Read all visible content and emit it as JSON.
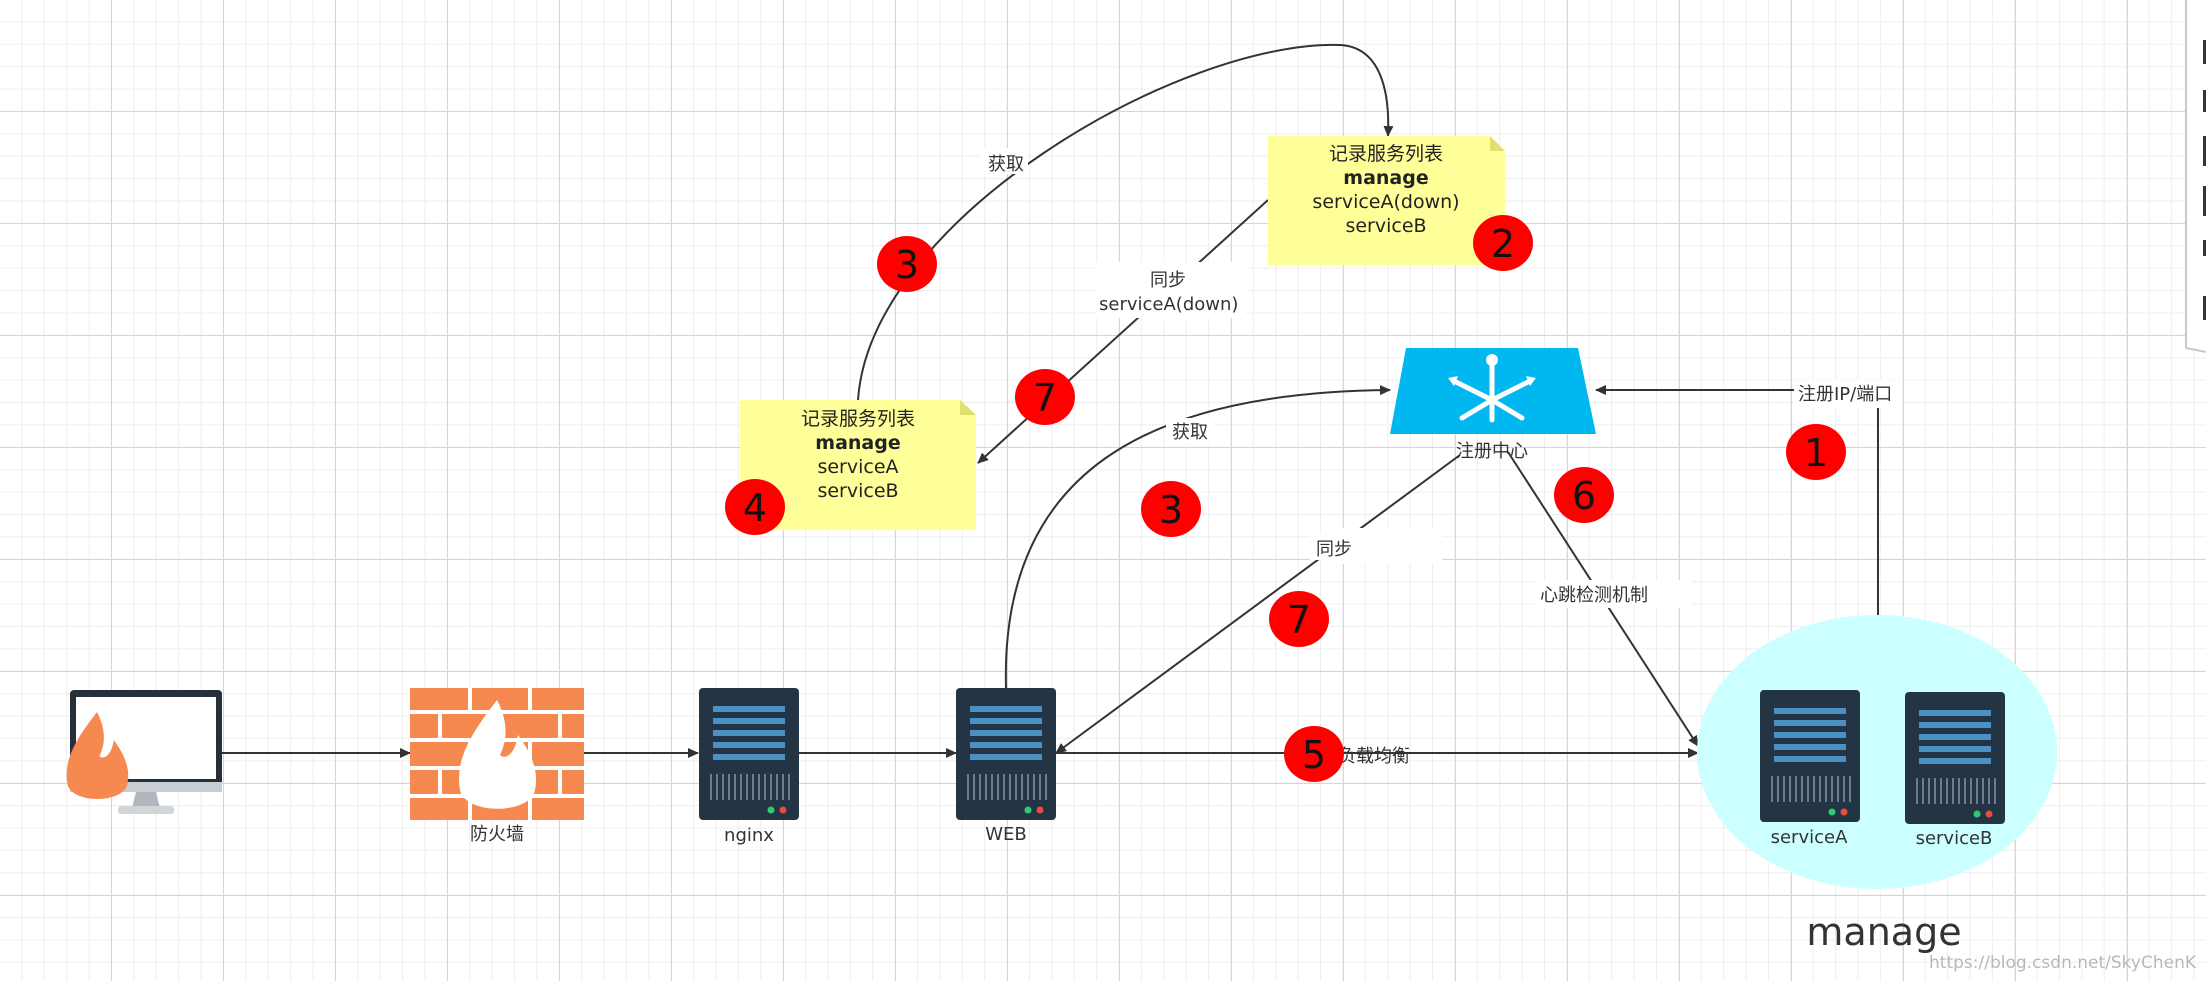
{
  "nodes": {
    "monitor": {
      "label": ""
    },
    "firewall": {
      "label": "防火墙"
    },
    "nginx": {
      "label": "nginx"
    },
    "web": {
      "label": "WEB"
    },
    "registry": {
      "label": "注册中心"
    },
    "service_a": {
      "label": "serviceA"
    },
    "service_b": {
      "label": "serviceB"
    },
    "cluster": {
      "label": "manage"
    }
  },
  "notes": {
    "top": {
      "title": "记录服务列表",
      "group": "manage",
      "items": [
        "serviceA(down)",
        "serviceB"
      ]
    },
    "left": {
      "title": "记录服务列表",
      "group": "manage",
      "items": [
        "serviceA",
        "serviceB"
      ]
    }
  },
  "edge_labels": {
    "fetch_top": "获取",
    "sync_top_line1": "同步",
    "sync_top_line2": "serviceA(down)",
    "fetch_web": "获取",
    "sync_web": "同步",
    "heartbeat": "心跳检测机制",
    "register": "注册IP/端口",
    "load_balance": "负载均衡"
  },
  "badges": {
    "b1": "1",
    "b2": "2",
    "b3_top": "3",
    "b3_mid": "3",
    "b4": "4",
    "b5": "5",
    "b6": "6",
    "b7_top": "7",
    "b7_mid": "7"
  },
  "watermark": "https://blog.csdn.net/SkyChenK",
  "colors": {
    "badge": "#ff0000",
    "note_fill": "#ffff99",
    "registry": "#00b7f0",
    "cluster_fill": "#ccffff",
    "firewall": "#f5894f",
    "server": "#233445",
    "edge": "#333333"
  }
}
